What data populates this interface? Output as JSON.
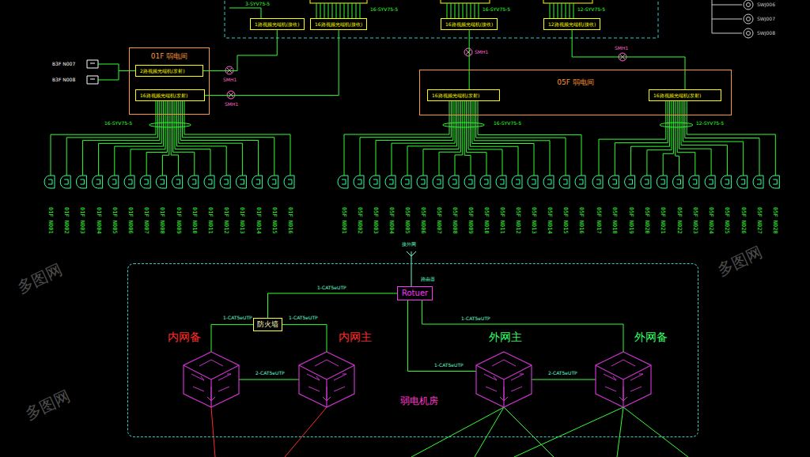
{
  "diagram": {
    "nodes": [
      {
        "text": [
          "1路视频光端机(接收)"
        ]
      },
      {
        "text": [
          "16路视频光端机(接收)"
        ]
      },
      {
        "text": [
          "16路视频光端机(接收)"
        ]
      },
      {
        "text": [
          "12路视频光端机(接收)"
        ]
      },
      {
        "text": [
          "01F 弱电间"
        ]
      },
      {
        "text": [
          "2路视频光端机(发射)"
        ],
        "in": 4
      },
      {
        "text": [
          "16路视频光端机(发射)"
        ],
        "in": 4
      },
      {
        "text": [
          "05F 弱电间"
        ]
      },
      {
        "text": [
          "16路视频光端机(发射)"
        ],
        "in": 7
      },
      {
        "text": [
          "16路视频光端机(发射)"
        ],
        "in": 7
      },
      {
        "text": [
          "弱电机房"
        ]
      },
      {
        "text": [
          "Rotuer"
        ],
        "in": 10
      },
      {
        "text": [
          "防火墙"
        ],
        "in": 10
      },
      {
        "text": [
          "内网备"
        ],
        "in": 10
      },
      {
        "text": [
          "内网主"
        ],
        "in": 10
      },
      {
        "text": [
          "外网主"
        ],
        "in": 10
      },
      {
        "text": [
          "外网备"
        ],
        "in": 10
      }
    ],
    "edges": [
      {
        "from": 0,
        "to": 5,
        "arrow": "none"
      },
      {
        "from": 1,
        "to": 6,
        "arrow": "none"
      },
      {
        "from": 2,
        "to": 8,
        "arrow": "none"
      },
      {
        "from": 3,
        "to": 9,
        "arrow": "none"
      },
      {
        "from": 11,
        "to": 12,
        "label": "1-CAT5eUTP",
        "arrow": "none"
      },
      {
        "from": 12,
        "to": 13,
        "label": "1-CAT5eUTP",
        "arrow": "none"
      },
      {
        "from": 12,
        "to": 14,
        "label": "1-CAT5eUTP",
        "arrow": "none"
      },
      {
        "from": 13,
        "to": 14,
        "label": "2-CAT5eUTP",
        "arrow": "none"
      },
      {
        "from": 11,
        "to": 15,
        "label": "1-CAT5eUTP",
        "arrow": "none"
      },
      {
        "from": 11,
        "to": 16,
        "label": "1-CAT5eUTP",
        "arrow": "none"
      },
      {
        "from": 15,
        "to": 16,
        "label": "2-CAT5eUTP",
        "arrow": "none"
      }
    ],
    "labels": [
      "3-SYV75-5",
      "16-SYV75-5",
      "16-SYV75-5",
      "12-SYV75-5",
      "SWJ006",
      "SWJ007",
      "SWJ008",
      "B3F N007",
      "B3F N008",
      "SMH1",
      "SMH1",
      "SMH1",
      "SMH1",
      "16-SYV75-5",
      "16-SYV75-5",
      "12-SYV75-5",
      "接外网",
      "路由器",
      "01F N001",
      "01F N002",
      "01F N003",
      "01F N004",
      "01F N005",
      "01F N006",
      "01F N007",
      "01F N008",
      "01F N009",
      "01F N010",
      "01F N011",
      "01F N012",
      "01F N013",
      "01F N014",
      "01F N015",
      "01F N016",
      "05F N001",
      "05F N002",
      "05F N003",
      "05F N004",
      "05F N005",
      "05F N006",
      "05F N007",
      "05F N008",
      "05F N009",
      "05F N010",
      "05F N011",
      "05F N012",
      "05F N013",
      "05F N014",
      "05F N015",
      "05F N016",
      "05F N017",
      "05F N018",
      "05F N019",
      "05F N020",
      "05F N021",
      "05F N022",
      "05F N023",
      "05F N024",
      "05F N025",
      "05F N026",
      "05F N027",
      "05F N028",
      "多图网",
      "多图网",
      "多图网"
    ]
  }
}
